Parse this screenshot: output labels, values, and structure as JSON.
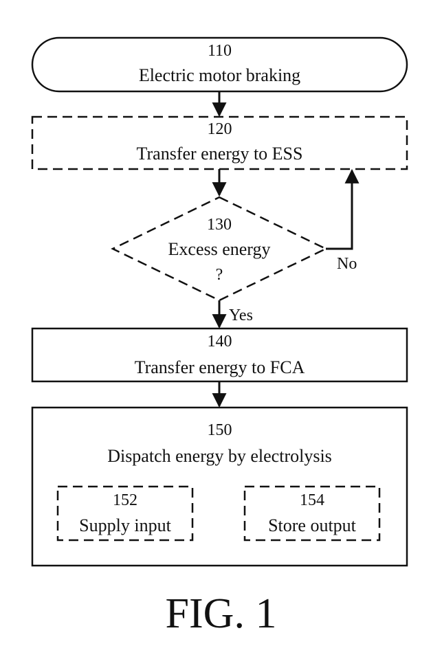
{
  "steps": {
    "s110": {
      "number": "110",
      "label": "Electric motor braking"
    },
    "s120": {
      "number": "120",
      "label": "Transfer energy to ESS"
    },
    "s130": {
      "number": "130",
      "label": "Excess energy",
      "mark": "?"
    },
    "s140": {
      "number": "140",
      "label": "Transfer energy to FCA"
    },
    "s150": {
      "number": "150",
      "label": "Dispatch energy by electrolysis"
    },
    "s152": {
      "number": "152",
      "label": "Supply input"
    },
    "s154": {
      "number": "154",
      "label": "Store output"
    }
  },
  "branches": {
    "yes": "Yes",
    "no": "No"
  },
  "figure_label": "FIG. 1"
}
